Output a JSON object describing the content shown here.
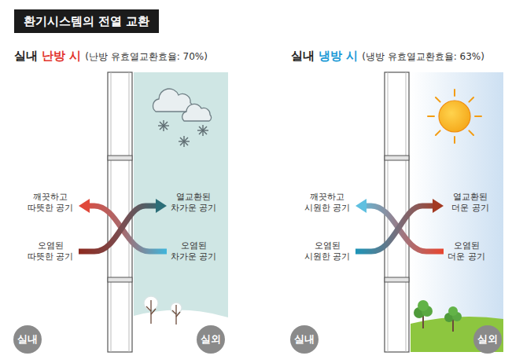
{
  "diagram": {
    "title": "환기시스템의 전열 교환",
    "nodes": [
      {
        "text": [
          "실내"
        ]
      },
      {
        "text": [
          "실외"
        ]
      },
      {
        "text": [
          "실내"
        ]
      },
      {
        "text": [
          "실외"
        ]
      }
    ],
    "labels": [
      "실내",
      "난방 시",
      "(난방 유효열교환효율: 70%)",
      "깨끗하고 따뜻한 공기",
      "오염된 따뜻한 공기",
      "열교환된 차가운 공기",
      "오염된 차가운 공기",
      "실내",
      "냉방 시",
      "(냉방 유효열교환효율: 63%)",
      "깨끗하고 시원한 공기",
      "오염된 시원한 공기",
      "열교환된 더운 공기",
      "오염된 더운 공기"
    ]
  }
}
